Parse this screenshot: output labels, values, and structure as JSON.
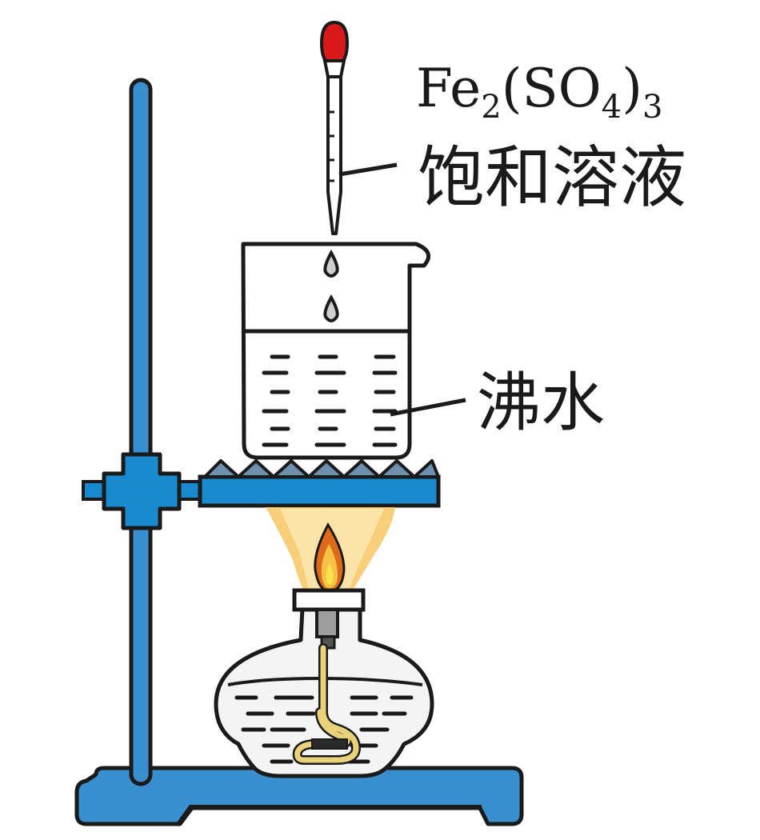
{
  "labels": {
    "formula": {
      "base": "Fe",
      "sub1": "2",
      "open": "(SO",
      "sub2": "4",
      "close": ")",
      "sub3": "3"
    },
    "saturated_solution": "饱和溶液",
    "boiling_water": "沸水"
  },
  "colors": {
    "stand_blue": "#3a8fcf",
    "clamp_blue": "#1a8ad0",
    "dark_stroke": "#1a1a1a",
    "dropper_bulb": "#d7191c",
    "flame_outer": "#f6c96a",
    "flame_inner": "#e06a1c",
    "wick": "#e9d27a",
    "lamp_glass": "#f4f4f4"
  }
}
